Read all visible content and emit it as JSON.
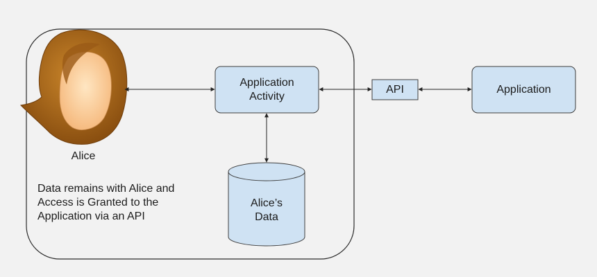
{
  "user": {
    "name": "Alice"
  },
  "note": {
    "line1": "Data remains with Alice and",
    "line2": "Access is Granted to the",
    "line3": "Application via an API"
  },
  "nodes": {
    "activity": {
      "line1": "Application",
      "line2": "Activity"
    },
    "data": {
      "line1": "Alice’s",
      "line2": "Data"
    },
    "api": {
      "label": "API"
    },
    "application": {
      "label": "Application"
    }
  },
  "colors": {
    "box_fill": "#cfe2f3",
    "box_stroke": "#3d3d3d",
    "hair": "#b5701c",
    "face": "#ffd7a8",
    "background": "#f2f2f2"
  }
}
